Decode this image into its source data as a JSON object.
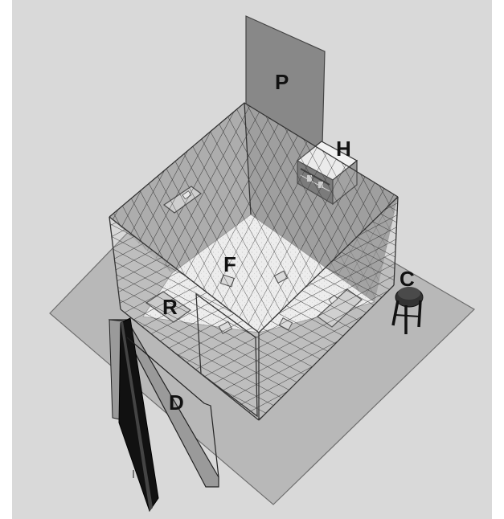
{
  "labels": {
    "partition": "P",
    "hive": "H",
    "floor": "F",
    "release_platform": "R",
    "chair": "C",
    "door": "D"
  },
  "colors": {
    "page_background": "#d9d9d9",
    "floor_mat": "#b8b8b8",
    "cage_floor": "#f4f4f4",
    "wall_shade": "#9a9a9a",
    "partition": "#888888",
    "mesh_line": "#333333",
    "door_panel": "#111111",
    "door_frame": "#9a9a9a"
  }
}
